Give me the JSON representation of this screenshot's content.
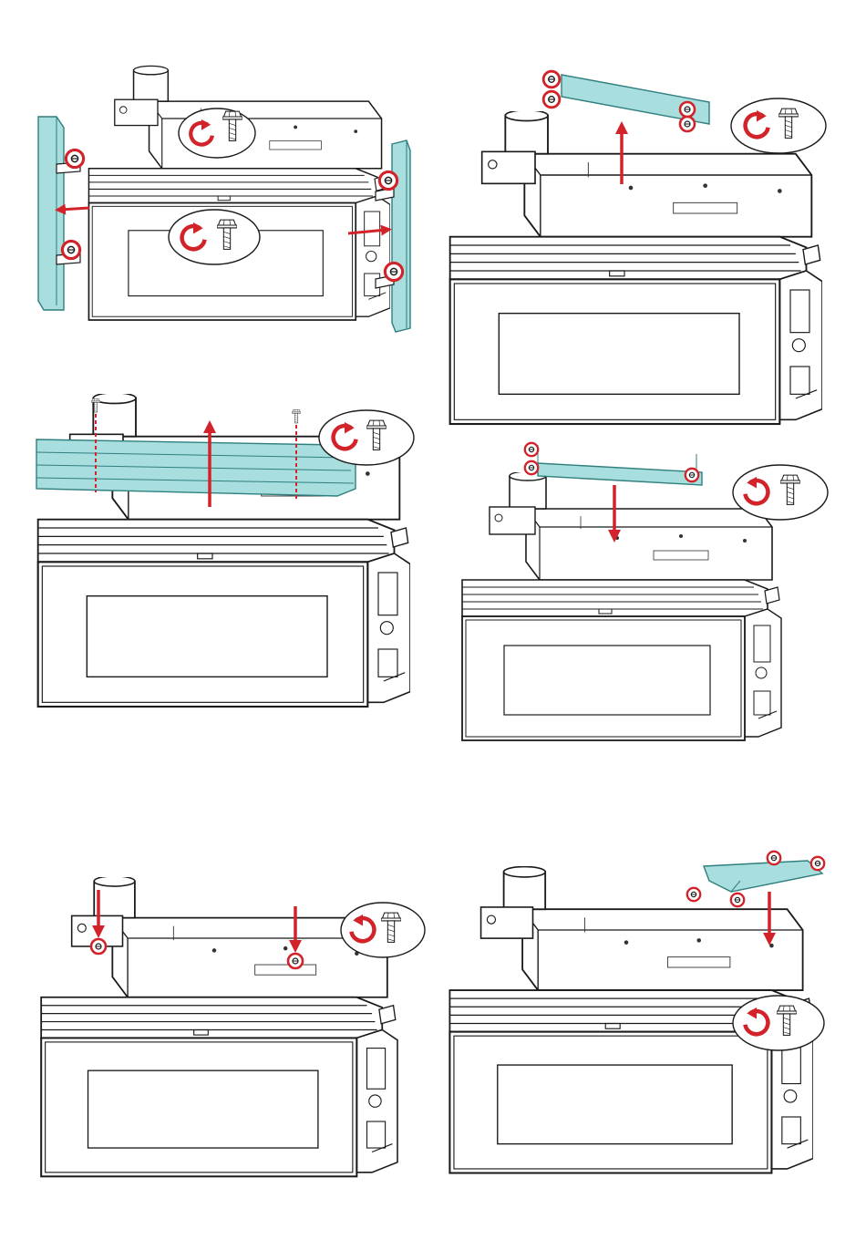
{
  "colors": {
    "line": "#1a1a1a",
    "part_highlight": "#a8dede",
    "part_highlight_stroke": "#2f7f7f",
    "arrow": "#d2232a",
    "screw_marker": "#d2232a",
    "background": "#ffffff"
  },
  "steps": [
    {
      "id": "step-1",
      "part": "side-trim-pieces",
      "action": "remove",
      "rotation": "counterclockwise",
      "fastener_icon": "screw-washer-icon"
    },
    {
      "id": "step-2",
      "part": "rear-top-bracket",
      "action": "remove",
      "rotation": "counterclockwise",
      "fastener_icon": "screw-washer-icon"
    },
    {
      "id": "step-3",
      "part": "louver-top-assembly",
      "action": "remove",
      "rotation": "counterclockwise",
      "fastener_icon": "screw-washer-icon"
    },
    {
      "id": "step-4",
      "part": "rear-top-bracket",
      "action": "install",
      "rotation": "clockwise",
      "fastener_icon": "screw-washer-icon"
    },
    {
      "id": "step-5",
      "part": "top-screws",
      "action": "install",
      "rotation": "clockwise",
      "fastener_icon": "screw-washer-icon"
    },
    {
      "id": "step-6",
      "part": "corner-top-plate",
      "action": "install",
      "rotation": "clockwise",
      "fastener_icon": "screw-washer-icon"
    }
  ]
}
